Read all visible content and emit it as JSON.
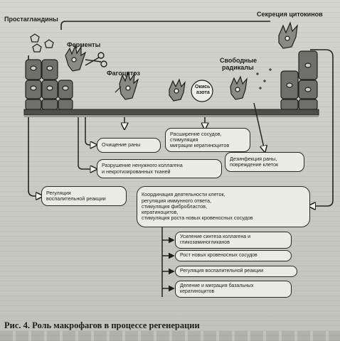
{
  "labels": {
    "prostaglandins": "Простагландины",
    "enzymes": "Ферменты",
    "phagocytosis": "Фагоцитоз",
    "cytokine_secretion": "Секреция цитокинов",
    "free_radicals_1": "Свободные",
    "free_radicals_2": "радикалы",
    "nitric_oxide_1": "Окись",
    "nitric_oxide_2": "азота"
  },
  "boxes": {
    "wound_cleaning": "Очищение раны",
    "vasodilation": [
      "Расширение сосудов,",
      "стимуляция",
      "миграции кератиноцитов"
    ],
    "collagen_destruction": [
      "Разрушение ненужного коллагена",
      "и некротизированных тканей"
    ],
    "disinfection": [
      "Дезинфекция раны,",
      "повреждение клеток"
    ],
    "inflammation_regulation": [
      "Регуляция",
      "воспалительной реакции"
    ],
    "coordination": [
      "Координация деятельности клеток,",
      "регуляция иммунного ответа,",
      "стимуляция фибробластов,",
      "кератиноцитов,",
      "стимуляция роста новых кровеносных сосудов"
    ]
  },
  "outcomes": [
    [
      "Усиление синтеза коллагена и",
      "гликозаминогликанов"
    ],
    [
      "Рост новых кровеносных сосудов"
    ],
    [
      "Регуляция воспалительной реакции"
    ],
    [
      "Деление и миграция базальных",
      "кератиноцитов"
    ]
  ],
  "caption": "Рис. 4. Роль макрофагов в процессе регенерации"
}
